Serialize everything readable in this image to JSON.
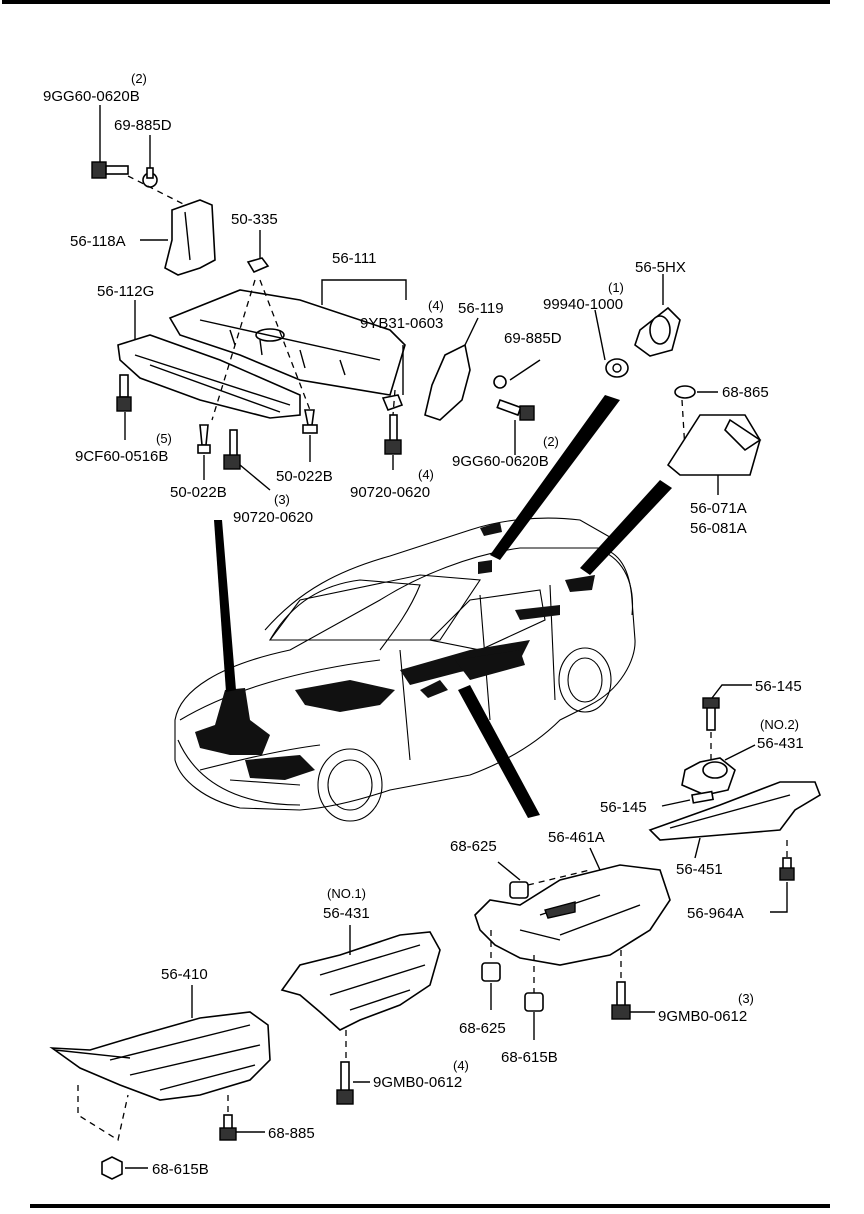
{
  "labels": {
    "l_9gg60_top": "9GG60-0620B",
    "q_9gg60_top": "(2)",
    "l_69885d_top": "69-885D",
    "l_56118a": "56-118A",
    "l_50335": "50-335",
    "l_56111": "56-111",
    "l_56112g": "56-112G",
    "l_9yb31": "9YB31-0603",
    "q_9yb31": "(4)",
    "l_56119": "56-119",
    "l_99940": "99940-1000",
    "q_99940": "(1)",
    "l_565hx": "56-5HX",
    "l_69885d_r": "69-885D",
    "l_68865": "68-865",
    "l_9cf60": "9CF60-0516B",
    "q_9cf60": "(5)",
    "l_50022b_r": "50-022B",
    "l_90720_r": "90720-0620",
    "q_90720_r": "(4)",
    "l_9gg60_r": "9GG60-0620B",
    "q_9gg60_r": "(2)",
    "l_50022b_l": "50-022B",
    "l_90720_l": "90720-0620",
    "q_90720_l": "(3)",
    "l_56071a": "56-071A",
    "l_56081a": "56-081A",
    "l_56145_top": "56-145",
    "q_56431_no2": "(NO.2)",
    "l_56431_no2": "56-431",
    "l_56145_mid": "56-145",
    "l_68625_top": "68-625",
    "l_56461a": "56-461A",
    "l_56451": "56-451",
    "l_56964a": "56-964A",
    "q_56431_no1": "(NO.1)",
    "l_56431_no1": "56-431",
    "l_56410": "56-410",
    "l_9gmb0_r": "9GMB0-0612",
    "q_9gmb0_r": "(3)",
    "l_68625_bot": "68-625",
    "l_68615b_mid": "68-615B",
    "l_9gmb0_l": "9GMB0-0612",
    "q_9gmb0_l": "(4)",
    "l_68885": "68-885",
    "l_68615b_bot": "68-615B"
  }
}
